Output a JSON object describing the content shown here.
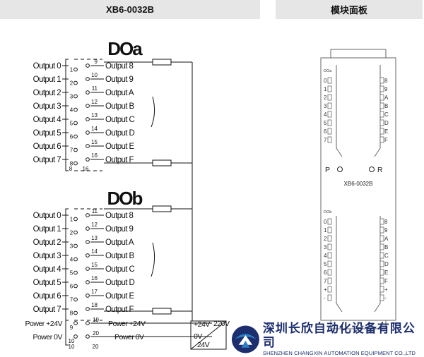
{
  "header": {
    "left_title": "XB6-0032B",
    "right_title": "模块面板"
  },
  "wiring": {
    "group_a": {
      "name": "DOa",
      "left_labels": [
        "Output 0",
        "Output 1",
        "Output 2",
        "Output 3",
        "Output 4",
        "Output 5",
        "Output 6",
        "Output 7"
      ],
      "right_labels": [
        "Output 8",
        "Output 9",
        "Output A",
        "Output B",
        "Output C",
        "Output D",
        "Output E",
        "Output F"
      ],
      "left_pins": [
        "1",
        "2",
        "3",
        "4",
        "5",
        "6",
        "7",
        "8"
      ],
      "right_pins": [
        "9",
        "10",
        "11",
        "12",
        "13",
        "14",
        "15",
        "16"
      ]
    },
    "group_b": {
      "name": "DOb",
      "left_labels": [
        "Output 0",
        "Output 1",
        "Output 2",
        "Output 3",
        "Output 4",
        "Output 5",
        "Output 6",
        "Output 7"
      ],
      "right_labels": [
        "Output 8",
        "Output 9",
        "Output A",
        "Output B",
        "Output C",
        "Output D",
        "Output E",
        "Output F"
      ],
      "left_pins": [
        "1",
        "2",
        "3",
        "4",
        "5",
        "6",
        "7",
        "8"
      ],
      "right_pins": [
        "11",
        "12",
        "13",
        "14",
        "15",
        "16",
        "17",
        "18"
      ],
      "power_left": [
        "Power +24V",
        "Power 0V"
      ],
      "power_right": [
        "Power +24V",
        "Power 0V"
      ],
      "power_left_pins": [
        "9",
        "10"
      ],
      "power_right_pins": [
        "19",
        "20"
      ]
    },
    "supply": {
      "plus": "+24V",
      "zero": "0V",
      "ac": "220V",
      "dc": "24V"
    }
  },
  "panel": {
    "top_label": "DOa",
    "bottom_label": "DOb",
    "left_channels": [
      "0",
      "1",
      "2",
      "3",
      "4",
      "5",
      "6",
      "7"
    ],
    "right_channels": [
      "8",
      "9",
      "A",
      "B",
      "C",
      "D",
      "E",
      "F"
    ],
    "power_marks": [
      "+",
      "-"
    ],
    "p_label": "P",
    "r_label": "R",
    "model": "XB6-0032B"
  },
  "company": {
    "name_cn": "深圳长欣自动化设备有限公司",
    "name_en": "SHENZHEN CHANGXIN AUTOMATION EQUIPMENT CO.,LTD"
  },
  "colors": {
    "header_bg": "#e6e6e6",
    "line": "#111111",
    "panel_stroke": "#666666",
    "brand": "#1c2e6e",
    "brand_accent": "#2d7fc4"
  }
}
